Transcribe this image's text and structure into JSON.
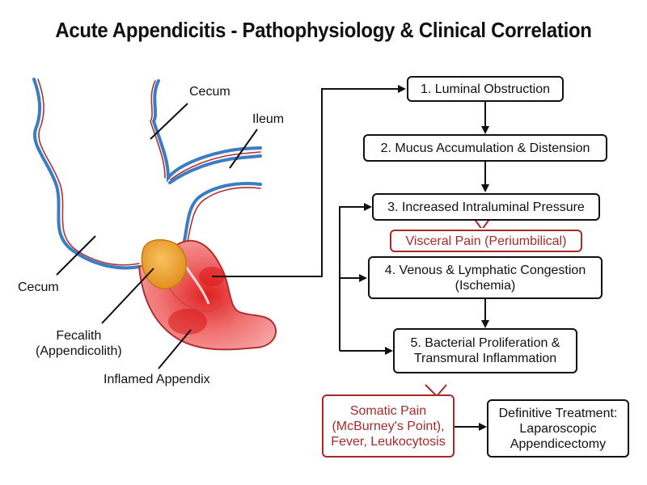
{
  "title": "Acute Appendicitis - Pathophysiology & Clinical Correlation",
  "anatomy_labels": {
    "cecum_top": "Cecum",
    "ileum": "Ileum",
    "cecum_left": "Cecum",
    "fecalith": "Fecalith\n(Appendicolith)",
    "inflamed_appendix": "Inflamed Appendix"
  },
  "steps": [
    "1. Luminal Obstruction",
    "2. Mucus Accumulation & Distension",
    "3. Increased Intraluminal Pressure",
    "4. Venous & Lymphatic Congestion\n(Ischemia)",
    "5. Bacterial Proliferation &\nTransmural Inflammation"
  ],
  "callouts": {
    "visceral_pain": "Visceral Pain (Periumbilical)",
    "somatic_pain": "Somatic Pain\n(McBurney's Point),\nFever, Leukocytosis"
  },
  "treatment": "Definitive Treatment:\nLaparoscopic\nAppendicectomy",
  "colors": {
    "callout_red": "#a52a2a",
    "appendix_fill": "#f08a8a",
    "fecalith_fill": "#f2a93b",
    "outline_blue": "#3b7dc4",
    "outline_red": "#b03030"
  }
}
